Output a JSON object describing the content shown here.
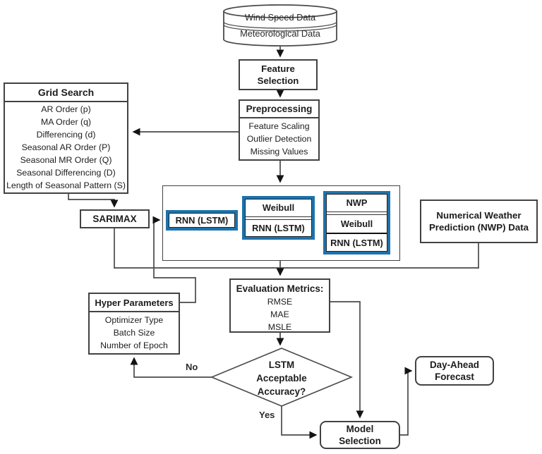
{
  "colors": {
    "accent_blue": "#1d72ac",
    "line": "#4a4a4a"
  },
  "cylinder": {
    "line1": "Wind Speed Data",
    "line2": "Meteorological Data"
  },
  "feature_selection": {
    "line1": "Feature",
    "line2": "Selection"
  },
  "preprocessing": {
    "title": "Preprocessing",
    "items": [
      "Feature Scaling",
      "Outlier Detection",
      "Missing Values"
    ]
  },
  "grid_search": {
    "title": "Grid Search",
    "items": [
      "AR Order (p)",
      "MA Order (q)",
      "Differencing (d)",
      "Seasonal AR Order (P)",
      "Seasonal MR Order (Q)",
      "Seasonal Differencing (D)",
      "Length of Seasonal Pattern (S)"
    ]
  },
  "sarimax": {
    "label": "SARIMAX"
  },
  "ensemble": {
    "model1": {
      "cell1": "RNN (LSTM)"
    },
    "model2": {
      "cell1": "Weibull",
      "cell2": "RNN (LSTM)"
    },
    "model3": {
      "cell1": "NWP",
      "cell2": "Weibull",
      "cell3": "RNN (LSTM)"
    }
  },
  "nwp_data": {
    "line1": "Numerical Weather",
    "line2": "Prediction (NWP) Data"
  },
  "evaluation": {
    "title": "Evaluation Metrics:",
    "items": [
      "RMSE",
      "MAE",
      "MSLE"
    ]
  },
  "hyper_parameters": {
    "title": "Hyper Parameters",
    "items": [
      "Optimizer Type",
      "Batch Size",
      "Number of Epoch"
    ]
  },
  "decision": {
    "line1": "LSTM",
    "line2": "Acceptable",
    "line3": "Accuracy?"
  },
  "edge_labels": {
    "no": "No",
    "yes": "Yes"
  },
  "model_selection": {
    "line1": "Model",
    "line2": "Selection"
  },
  "day_ahead": {
    "line1": "Day-Ahead",
    "line2": "Forecast"
  }
}
